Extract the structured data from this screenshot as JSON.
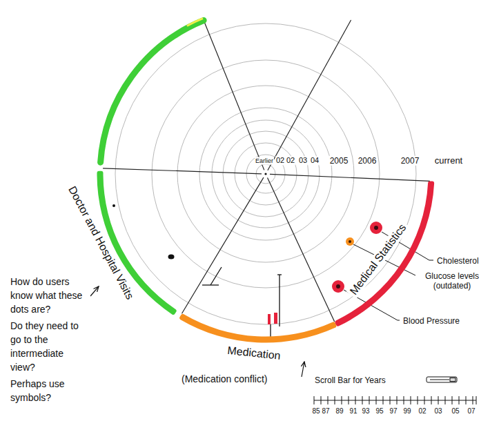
{
  "diagram": {
    "nodes": [
      {
        "text": [
          "Doctor and Hospital Visits"
        ]
      },
      {
        "text": [
          "Medication"
        ]
      },
      {
        "text": [
          "Medical Statistics"
        ]
      }
    ],
    "labels": [
      "Earlier",
      "02",
      "02",
      "03",
      "04",
      "2005",
      "2006",
      "2007",
      "current",
      "Cholesterol",
      "Glucose levels (outdated)",
      "Blood Pressure",
      "(Medication conflict)",
      "Scroll Bar for Years",
      "85",
      "87",
      "89",
      "91",
      "93",
      "95",
      "97",
      "99",
      "02",
      "03",
      "05",
      "07",
      "How do users know what these dots are?",
      "Do they need to go to the intermediate view?",
      "Perhaps use symbols?"
    ]
  }
}
